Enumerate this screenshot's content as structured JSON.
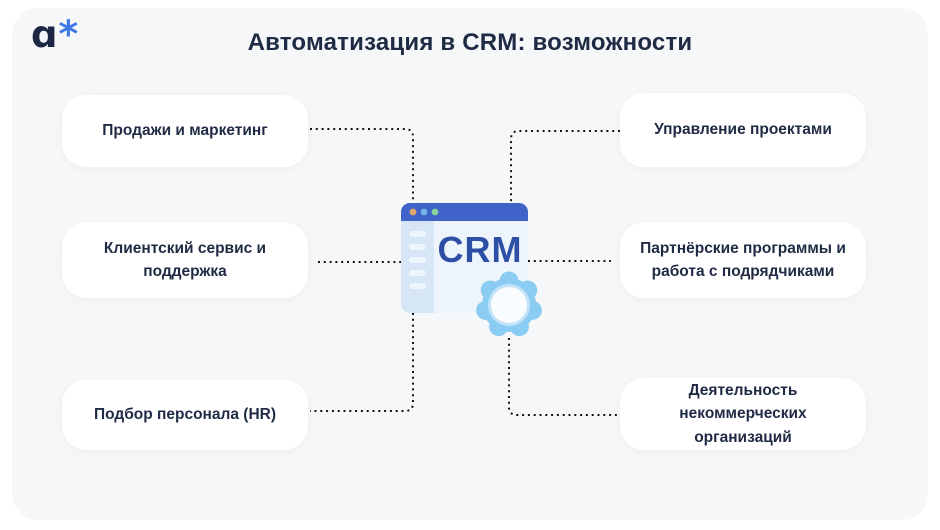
{
  "header": {
    "logo_letter": "ɑ",
    "logo_asterisk": "*",
    "title": "Автоматизация в CRM: возможности"
  },
  "diagram": {
    "center": {
      "label": "CRM"
    },
    "left_boxes": [
      {
        "label": "Продажи и маркетинг"
      },
      {
        "label": "Клиентский сервис и\nподдержка"
      },
      {
        "label": "Подбор персонала (HR)"
      }
    ],
    "right_boxes": [
      {
        "label": "Управление проектами"
      },
      {
        "label": "Партнёрские программы и\nработа с подрядчиками"
      },
      {
        "label": "Деятельность\nнекоммерческих организаций"
      }
    ],
    "colors": {
      "panel_bg": "#f6f7f8",
      "card_bg": "#ffffff",
      "text_dark": "#1f2a44",
      "accent_blue": "#3e78e8",
      "window_header": "#3f63c8",
      "window_body": "#edf4fb",
      "window_sidebar": "#d7e6f7",
      "sidebar_line": "#eef6fd",
      "dot_orange": "#e0a66b",
      "dot_blue": "#74b5e9",
      "dot_green": "#88d49c",
      "gear_blue": "#8bccf3",
      "gear_ring": "#c3e4f8",
      "gear_center": "#f9fdff",
      "crm_text": "#2d4fa5",
      "connector": "#141414"
    }
  }
}
